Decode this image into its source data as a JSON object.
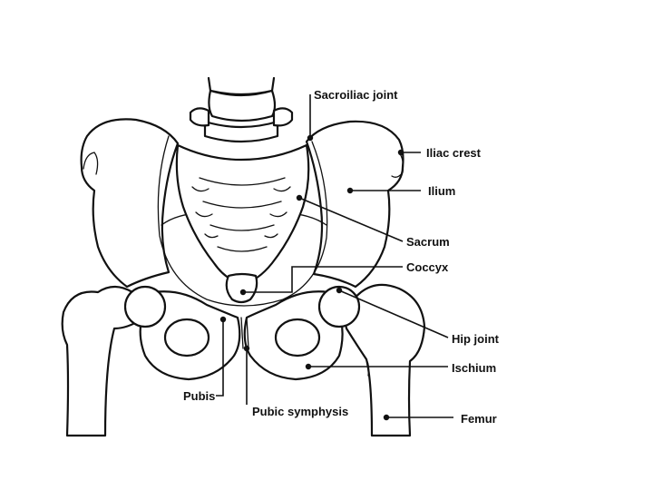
{
  "labels": {
    "sacroiliac_joint": "Sacroiliac joint",
    "iliac_crest": "Iliac crest",
    "ilium": "Ilium",
    "sacrum": "Sacrum",
    "coccyx": "Coccyx",
    "hip_joint": "Hip joint",
    "ischium": "Ischium",
    "pubis": "Pubis",
    "pubic_symphysis": "Pubic symphysis",
    "femur": "Femur"
  },
  "colors": {
    "line": "#111111",
    "background": "#ffffff"
  }
}
